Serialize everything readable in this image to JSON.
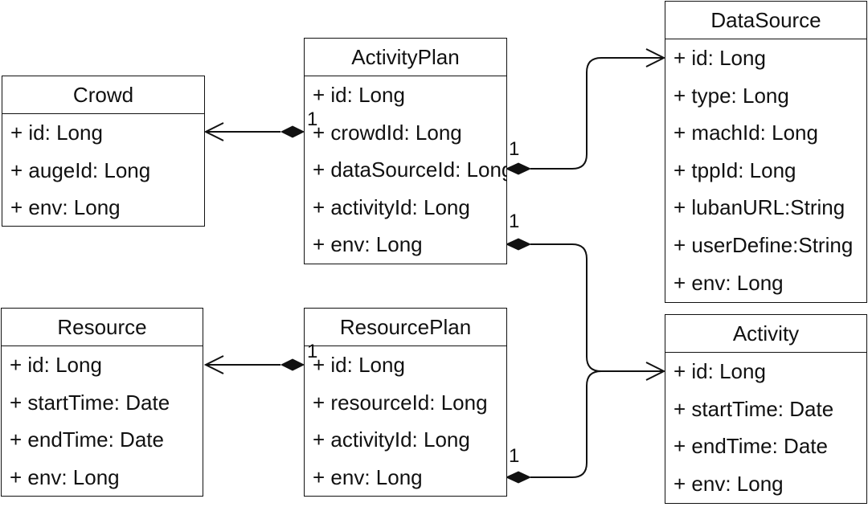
{
  "classes": {
    "crowd": {
      "name": "Crowd",
      "attrs": [
        "+ id: Long",
        "+ augeId: Long",
        "+ env: Long"
      ]
    },
    "activity_plan": {
      "name": "ActivityPlan",
      "attrs": [
        "+ id: Long",
        "+ crowdId: Long",
        "+ dataSourceId: Long",
        "+ activityId: Long",
        "+ env: Long"
      ]
    },
    "data_source": {
      "name": "DataSource",
      "attrs": [
        "+ id: Long",
        "+ type: Long",
        "+ machId: Long",
        "+ tppId: Long",
        "+ lubanURL:String",
        "+ userDefine:String",
        "+ env: Long"
      ]
    },
    "resource": {
      "name": "Resource",
      "attrs": [
        "+ id: Long",
        "+ startTime: Date",
        "+ endTime: Date",
        "+ env: Long"
      ]
    },
    "resource_plan": {
      "name": "ResourcePlan",
      "attrs": [
        "+ id: Long",
        "+ resourceId: Long",
        "+ activityId: Long",
        "+ env: Long"
      ]
    },
    "activity": {
      "name": "Activity",
      "attrs": [
        "+ id: Long",
        "+ startTime: Date",
        "+ endTime: Date",
        "+ env: Long"
      ]
    }
  },
  "multiplicities": {
    "ap_crowd": "1",
    "ap_datasource": "1",
    "ap_activity": "1",
    "rp_resource": "1",
    "rp_activity": "1"
  }
}
